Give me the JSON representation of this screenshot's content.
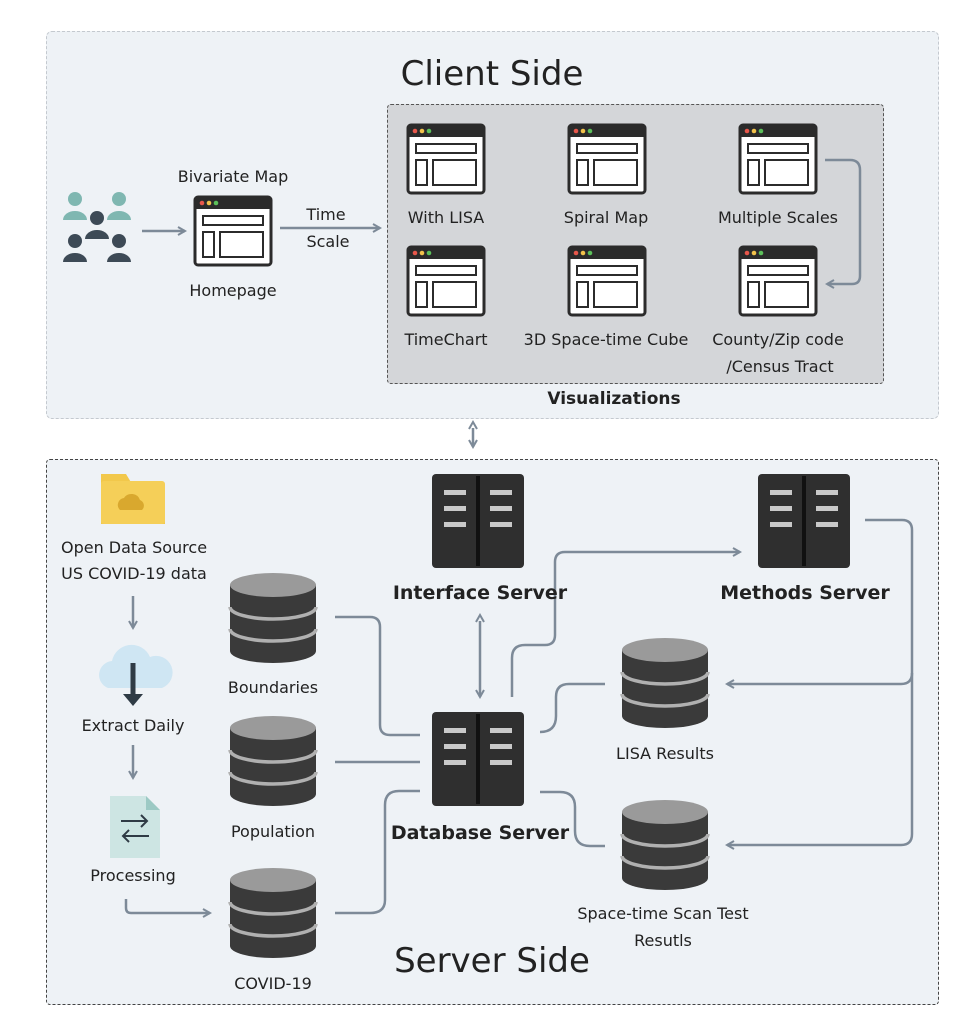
{
  "client": {
    "title": "Client Side",
    "homepage": {
      "top_label": "Bivariate Map",
      "bottom_label": "Homepage"
    },
    "arrow_label_line1": "Time",
    "arrow_label_line2": "Scale",
    "visualizations": {
      "title": "Visualizations",
      "items": [
        {
          "label": "With LISA"
        },
        {
          "label": "Spiral Map"
        },
        {
          "label": "Multiple Scales"
        },
        {
          "label": "TimeChart"
        },
        {
          "label": "3D Space-time Cube"
        },
        {
          "label_line1": "County/Zip code",
          "label_line2": "/Census Tract"
        }
      ]
    }
  },
  "server": {
    "title": "Server Side",
    "data_source_line1": "Open Data Source",
    "data_source_line2": "US COVID-19 data",
    "extract_label": "Extract Daily",
    "processing_label": "Processing",
    "databases": {
      "boundaries": "Boundaries",
      "population": "Population",
      "covid": "COVID-19",
      "lisa_results": "LISA Results",
      "scan_line1": "Space-time Scan Test",
      "scan_line2": "Resutls"
    },
    "servers": {
      "interface": "Interface Server",
      "methods": "Methods Server",
      "database": "Database Server"
    }
  },
  "colors": {
    "arrow": "#7d8a98",
    "server_dark": "#2f2f2f",
    "db_dark": "#3a3a3a",
    "folder": "#f2c84b",
    "cloud": "#cfe6f3",
    "doc": "#cde5e3",
    "people_light": "#7fb7b1",
    "people_dark": "#3d4a56"
  }
}
